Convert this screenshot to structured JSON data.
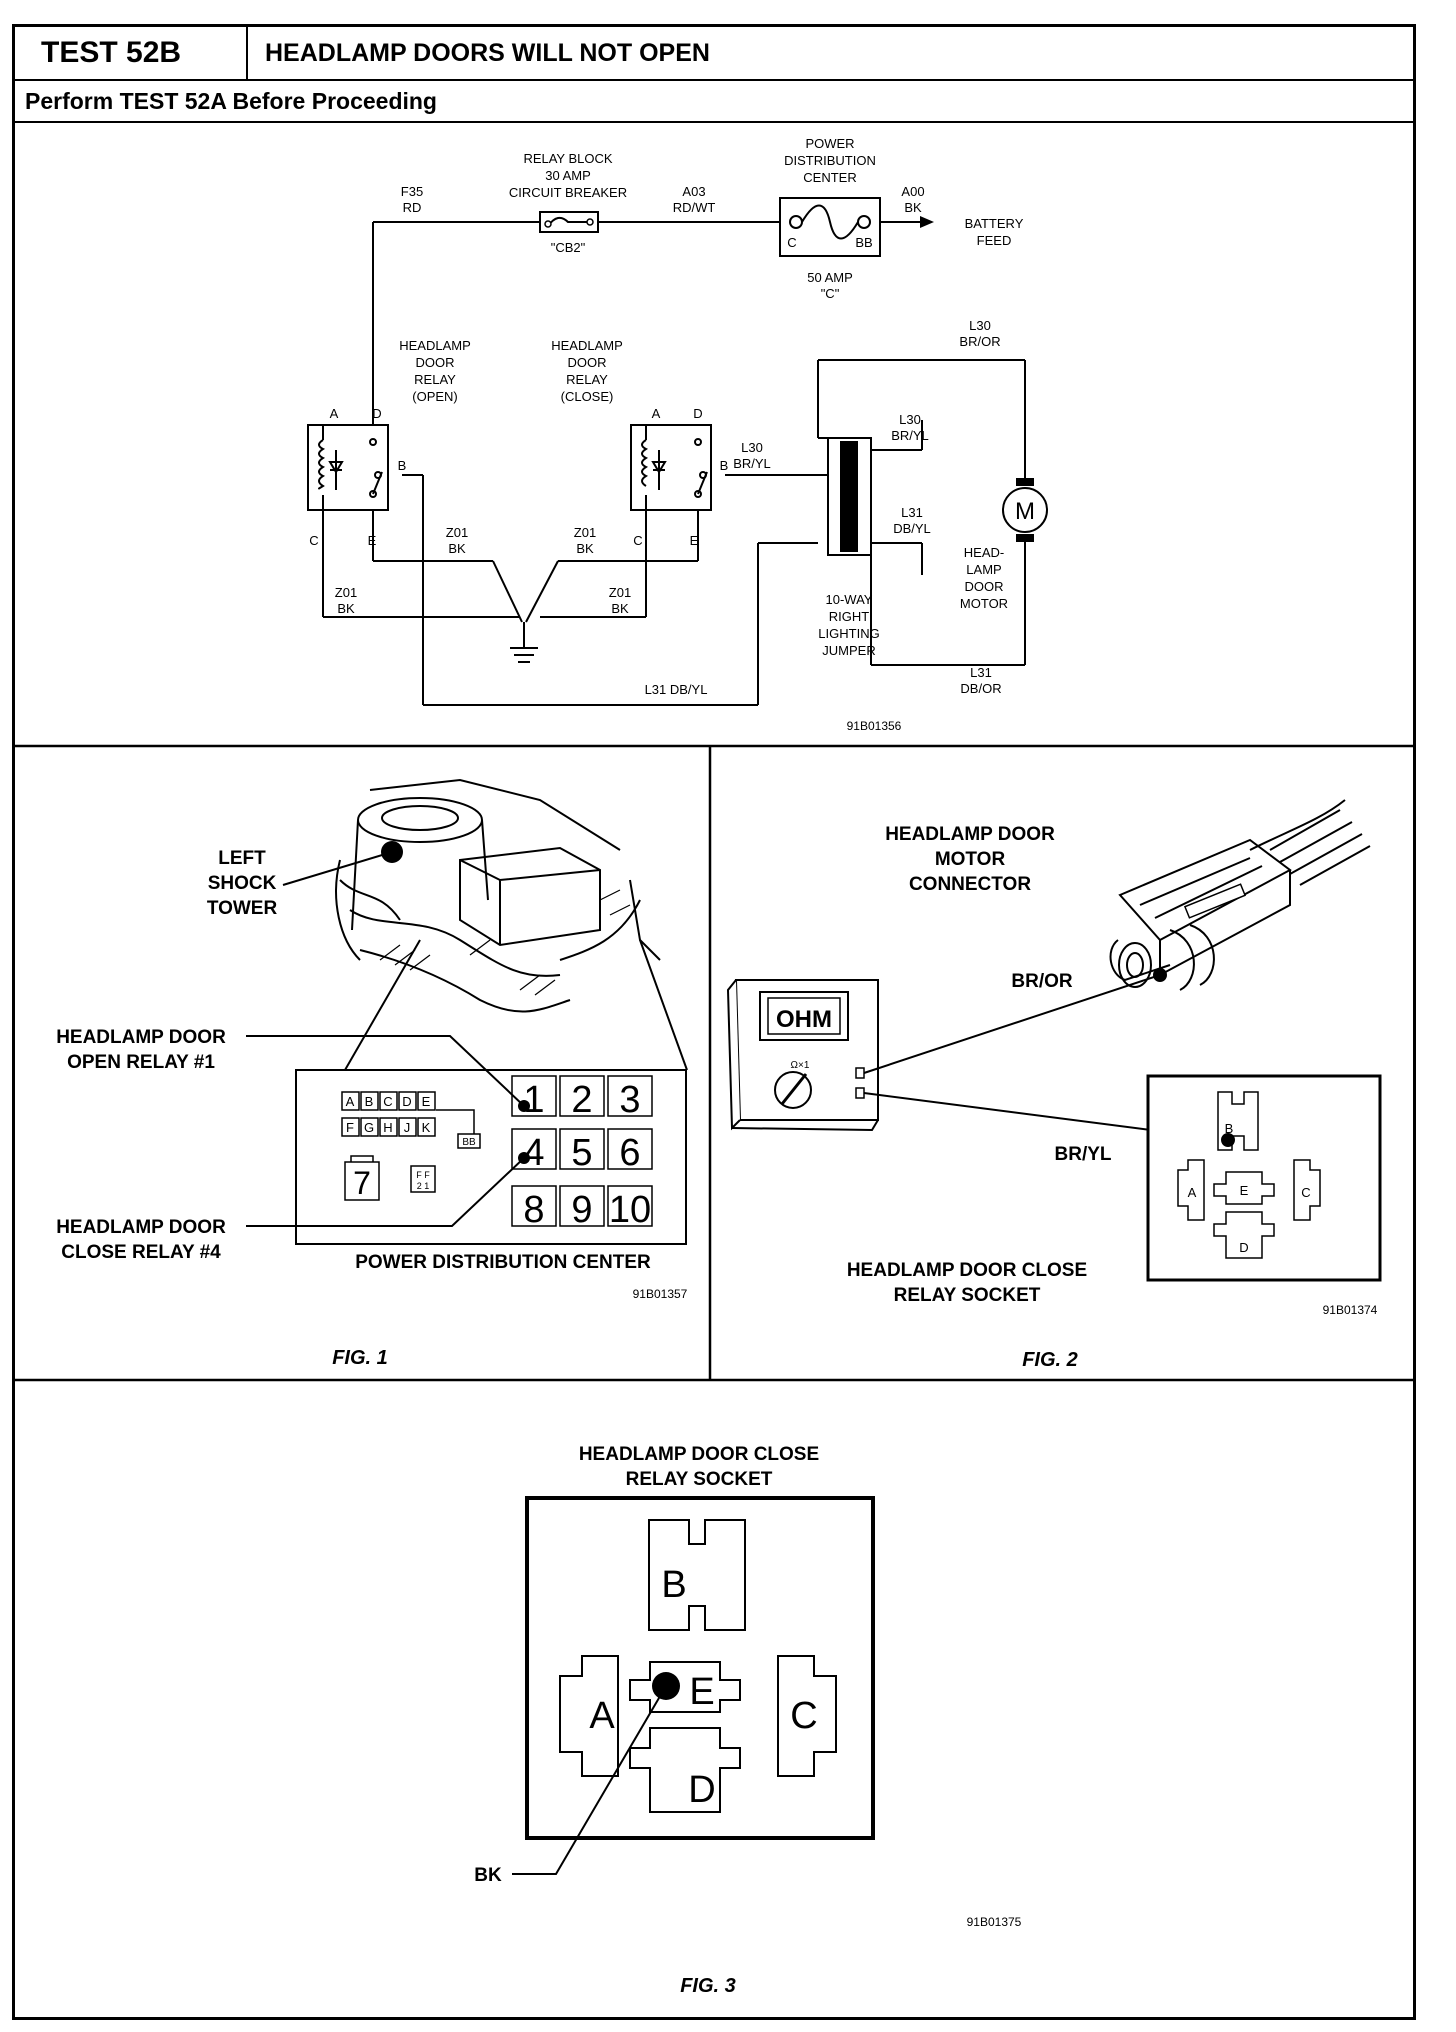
{
  "header": {
    "test": "TEST 52B",
    "title": "HEADLAMP DOORS WILL NOT OPEN",
    "subtitle": "Perform TEST 52A Before Proceeding"
  },
  "schematic": {
    "relay_block": [
      "RELAY BLOCK",
      "30 AMP",
      "CIRCUIT BREAKER"
    ],
    "cb2": "\"CB2\"",
    "pdc": [
      "POWER",
      "DISTRIBUTION",
      "CENTER"
    ],
    "fuse": [
      "50 AMP",
      "\"C\""
    ],
    "pin_c": "C",
    "pin_bb": "BB",
    "battery": [
      "BATTERY",
      "FEED"
    ],
    "w_f35": [
      "F35",
      "RD"
    ],
    "w_a03": [
      "A03",
      "RD/WT"
    ],
    "w_a00": [
      "A00",
      "BK"
    ],
    "relay_open": [
      "HEADLAMP",
      "DOOR",
      "RELAY",
      "(OPEN)"
    ],
    "relay_close": [
      "HEADLAMP",
      "DOOR",
      "RELAY",
      "(CLOSE)"
    ],
    "pins": {
      "a": "A",
      "b": "B",
      "c": "C",
      "d": "D",
      "e": "E"
    },
    "z01_bk": [
      "Z01",
      "BK"
    ],
    "w_l30_bryl": [
      "L30",
      "BR/YL"
    ],
    "w_l30_bror": [
      "L30",
      "BR/OR"
    ],
    "w_l31_dbyl": [
      "L31",
      "DB/YL"
    ],
    "w_l31_dbor": [
      "L31",
      "DB/OR"
    ],
    "l31_bottom": "L31  DB/YL",
    "jumper": [
      "10-WAY",
      "RIGHT",
      "LIGHTING",
      "JUMPER"
    ],
    "motor": [
      "HEAD-",
      "LAMP",
      "DOOR",
      "MOTOR"
    ],
    "motor_symbol": "M",
    "code": "91B01356"
  },
  "fig1": {
    "left_shock": [
      "LEFT",
      "SHOCK",
      "TOWER"
    ],
    "open_relay": [
      "HEADLAMP DOOR",
      "OPEN RELAY #1"
    ],
    "close_relay": [
      "HEADLAMP DOOR",
      "CLOSE RELAY #4"
    ],
    "pdc_label": "POWER DISTRIBUTION CENTER",
    "fuse_row1": [
      "A",
      "B",
      "C",
      "D",
      "E"
    ],
    "fuse_row2": [
      "F",
      "G",
      "H",
      "J",
      "K"
    ],
    "bb": "BB",
    "cell_7": "7",
    "ff": [
      "F F",
      "2 1"
    ],
    "relays": [
      "1",
      "2",
      "3",
      "4",
      "5",
      "6",
      "8",
      "9",
      "10"
    ],
    "code": "91B01357",
    "caption": "FIG. 1"
  },
  "fig2": {
    "title": [
      "HEADLAMP DOOR",
      "MOTOR",
      "CONNECTOR"
    ],
    "ohm": "OHM",
    "range": "Ω×1",
    "br_or": "BR/OR",
    "br_yl": "BR/YL",
    "socket_label": [
      "HEADLAMP DOOR CLOSE",
      "RELAY SOCKET"
    ],
    "pins": {
      "a": "A",
      "b": "B",
      "c": "C",
      "d": "D",
      "e": "E"
    },
    "code": "91B01374",
    "caption": "FIG. 2"
  },
  "fig3": {
    "title": [
      "HEADLAMP DOOR CLOSE",
      "RELAY SOCKET"
    ],
    "pins": {
      "a": "A",
      "b": "B",
      "c": "C",
      "d": "D",
      "e": "E"
    },
    "bk": "BK",
    "code": "91B01375",
    "caption": "FIG. 3"
  }
}
